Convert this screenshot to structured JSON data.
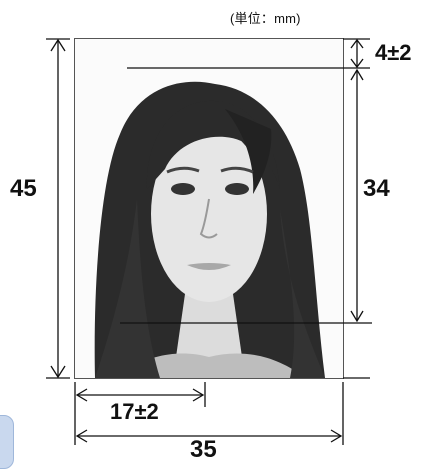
{
  "figure": {
    "unit_note": "(単位：mm)",
    "dimensions": {
      "photo_height": "45",
      "face_height": "34",
      "top_margin": "4±2",
      "face_center_offset": "17±2",
      "photo_width": "35"
    },
    "colors": {
      "line": "#111111",
      "hair": "#2b2b2b",
      "skin": "#e6e6e6",
      "photo_bg": "#fbfbfb"
    }
  }
}
